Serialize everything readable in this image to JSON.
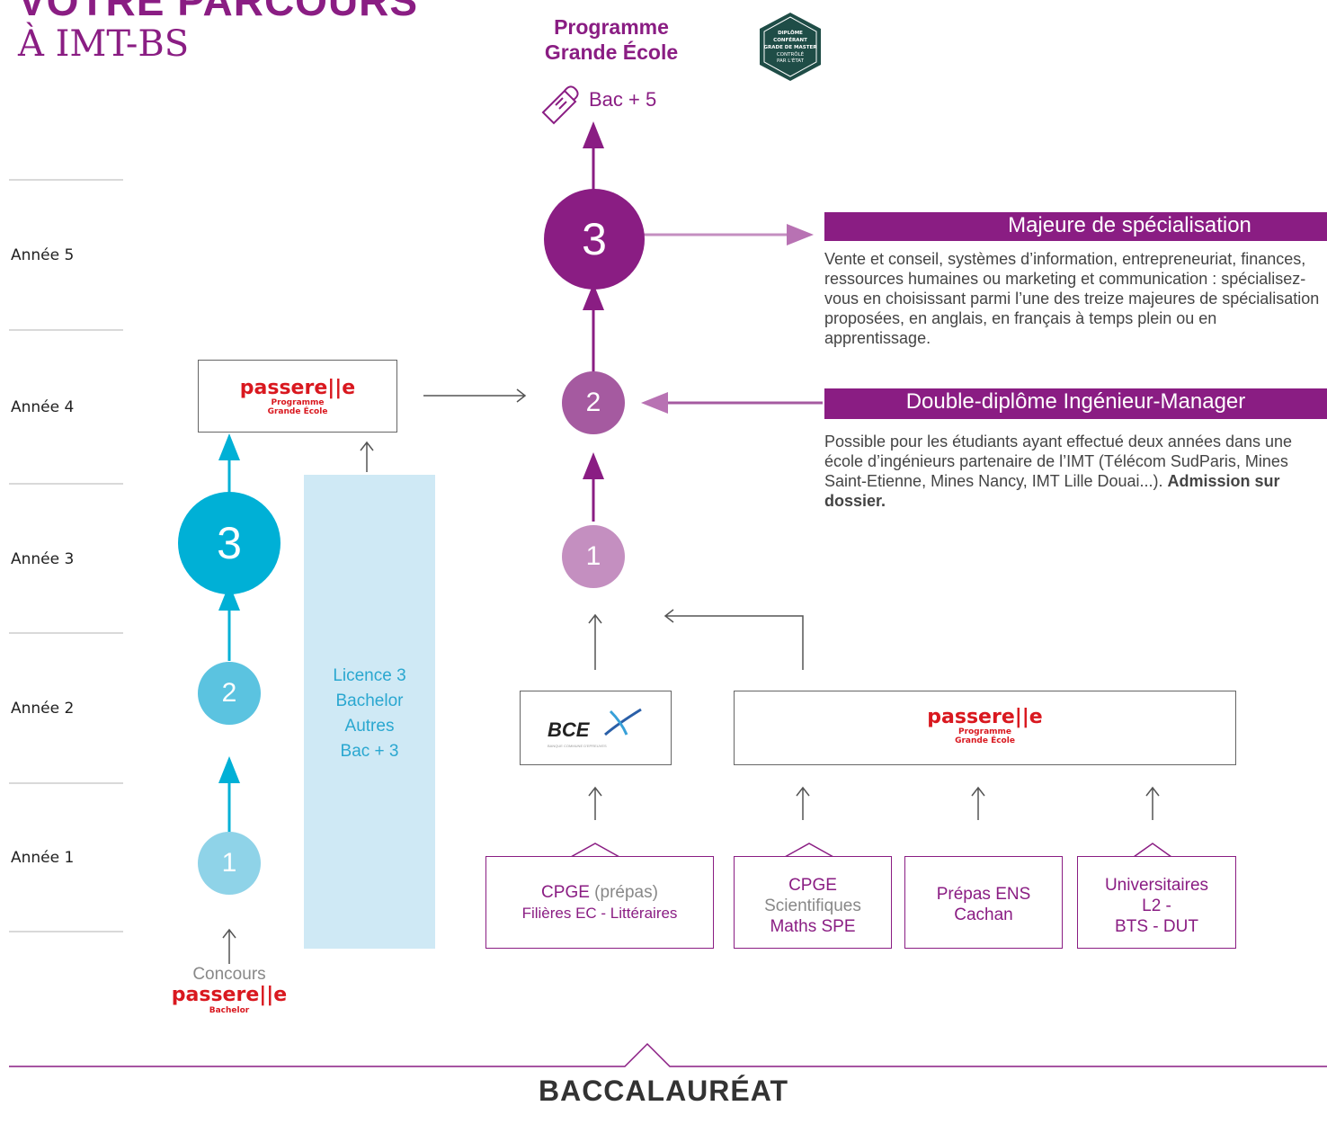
{
  "page_title": {
    "line1": "VOTRE PARCOURS",
    "line2": "À IMT-BS"
  },
  "years": [
    "Année  5",
    "Année  4",
    "Année  3",
    "Année  2",
    "Année  1"
  ],
  "pge": {
    "title_line1": "Programme",
    "title_line2": "Grande École",
    "bac5": "Bac + 5",
    "badge": [
      "DIPLÔME",
      "CONFÉRANT",
      "GRADE DE MASTER",
      "CONTRÔLÉ",
      "PAR L'ÉTAT"
    ]
  },
  "pge_steps": [
    "1",
    "2",
    "3"
  ],
  "bachelor_steps": [
    "1",
    "2",
    "3"
  ],
  "passerelle_logo": {
    "word": "passere||e",
    "sub1": "Programme",
    "sub2": "Grande École",
    "bachelor_sub": "Bachelor"
  },
  "licence_box": [
    "Licence 3",
    "Bachelor",
    "Autres",
    "Bac + 3"
  ],
  "concours": "Concours",
  "bce_logo": {
    "word": "BCE",
    "tagline": "BANQUE COMMUNE D'EPREUVES"
  },
  "majeure": {
    "heading": "Majeure de spécialisation",
    "text": "Vente et conseil, systèmes d’information, entrepreneuriat, finances, ressources humaines ou marketing et communication : spécialisez-vous en choisissant parmi l’une des treize majeures de spécialisation proposées, en anglais, en français à temps plein ou en apprentissage."
  },
  "double": {
    "heading": "Double-diplôme Ingénieur-Manager",
    "text": "Possible pour les étudiants ayant effectué deux années dans une école d’ingénieurs partenaire de l’IMT (Télécom SudParis, Mines Saint-Etienne, Mines Nancy, IMT Lille Douai...).",
    "bold": "Admission sur dossier."
  },
  "sources": {
    "cpge_ec": {
      "line1a": "CPGE",
      "line1b": " (prépas)",
      "line2": "Filières EC  -  Littéraires"
    },
    "cpge_sci": {
      "line1": "CPGE",
      "line2": "Scientifiques",
      "line3": "Maths SPE"
    },
    "ens": {
      "line1": "Prépas ENS",
      "line2": "Cachan"
    },
    "univ": {
      "line1": "Universitaires",
      "line2": "L2 -",
      "line3": "BTS - DUT"
    }
  },
  "baccalaureat": "BACCALAURÉAT",
  "colors": {
    "purple": "#8a1d83",
    "purple_mid": "#a55aa0",
    "purple_light": "#c48fc0",
    "cyan": "#00b0d6",
    "cyan_mid": "#5bc3e0",
    "cyan_light": "#8fd3e8",
    "licence_bg": "#cfe9f5"
  }
}
